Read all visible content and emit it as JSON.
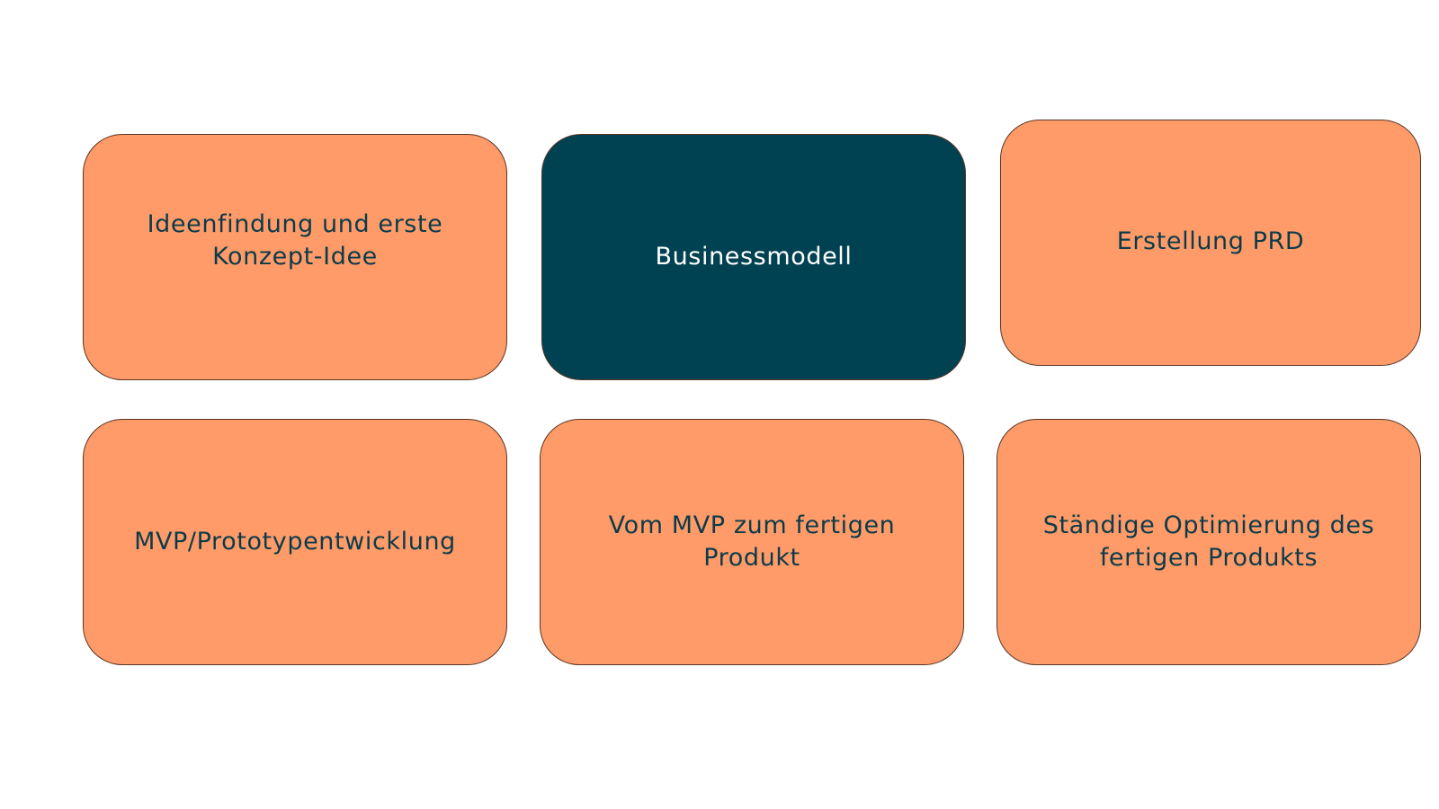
{
  "colors": {
    "card_fill": "#fe9b68",
    "card_fill_highlight": "#004152",
    "card_text": "#0b3b4a",
    "card_text_highlight": "#ffffff",
    "card_border": "#5a3524"
  },
  "cards": [
    {
      "label": "Ideenfindung und erste\nKonzept-Idee",
      "highlighted": false
    },
    {
      "label": "Businessmodell",
      "highlighted": true
    },
    {
      "label": "Erstellung PRD",
      "highlighted": false
    },
    {
      "label": "MVP/Prototypentwicklung",
      "highlighted": false
    },
    {
      "label": "Vom MVP zum fertigen\nProdukt",
      "highlighted": false
    },
    {
      "label": "Ständige Optimierung des\nfertigen Produkts",
      "highlighted": false
    }
  ]
}
